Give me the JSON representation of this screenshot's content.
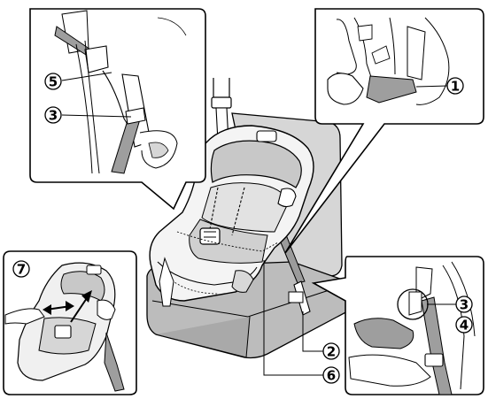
{
  "callouts": {
    "c1": "1",
    "c2": "2",
    "c3_top": "3",
    "c3_right": "3",
    "c4": "4",
    "c5": "5",
    "c6": "6",
    "c7": "7"
  },
  "colors": {
    "line": "#000000",
    "fill_light": "#ffffff",
    "fill_gray": "#d6d6d6",
    "fill_mid": "#bcbcbc",
    "fill_dark": "#8d8d8d"
  }
}
